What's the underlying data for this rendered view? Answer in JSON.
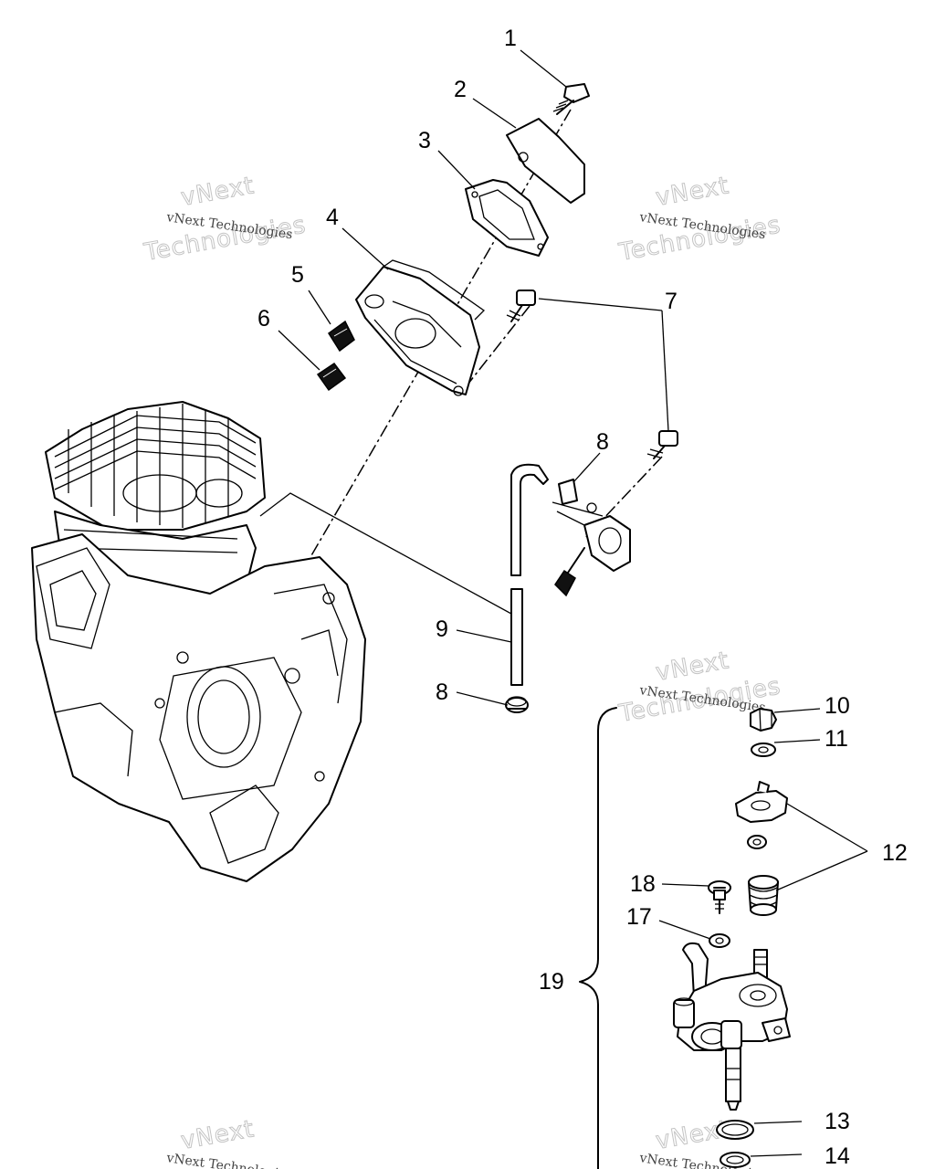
{
  "callouts": [
    "1",
    "2",
    "3",
    "4",
    "5",
    "6",
    "7",
    "8",
    "8",
    "9",
    "10",
    "11",
    "12",
    "13",
    "14",
    "17",
    "18",
    "19"
  ],
  "watermark": {
    "line1": "vNext",
    "line2": "Technologies",
    "small": "vNext Technologies"
  }
}
